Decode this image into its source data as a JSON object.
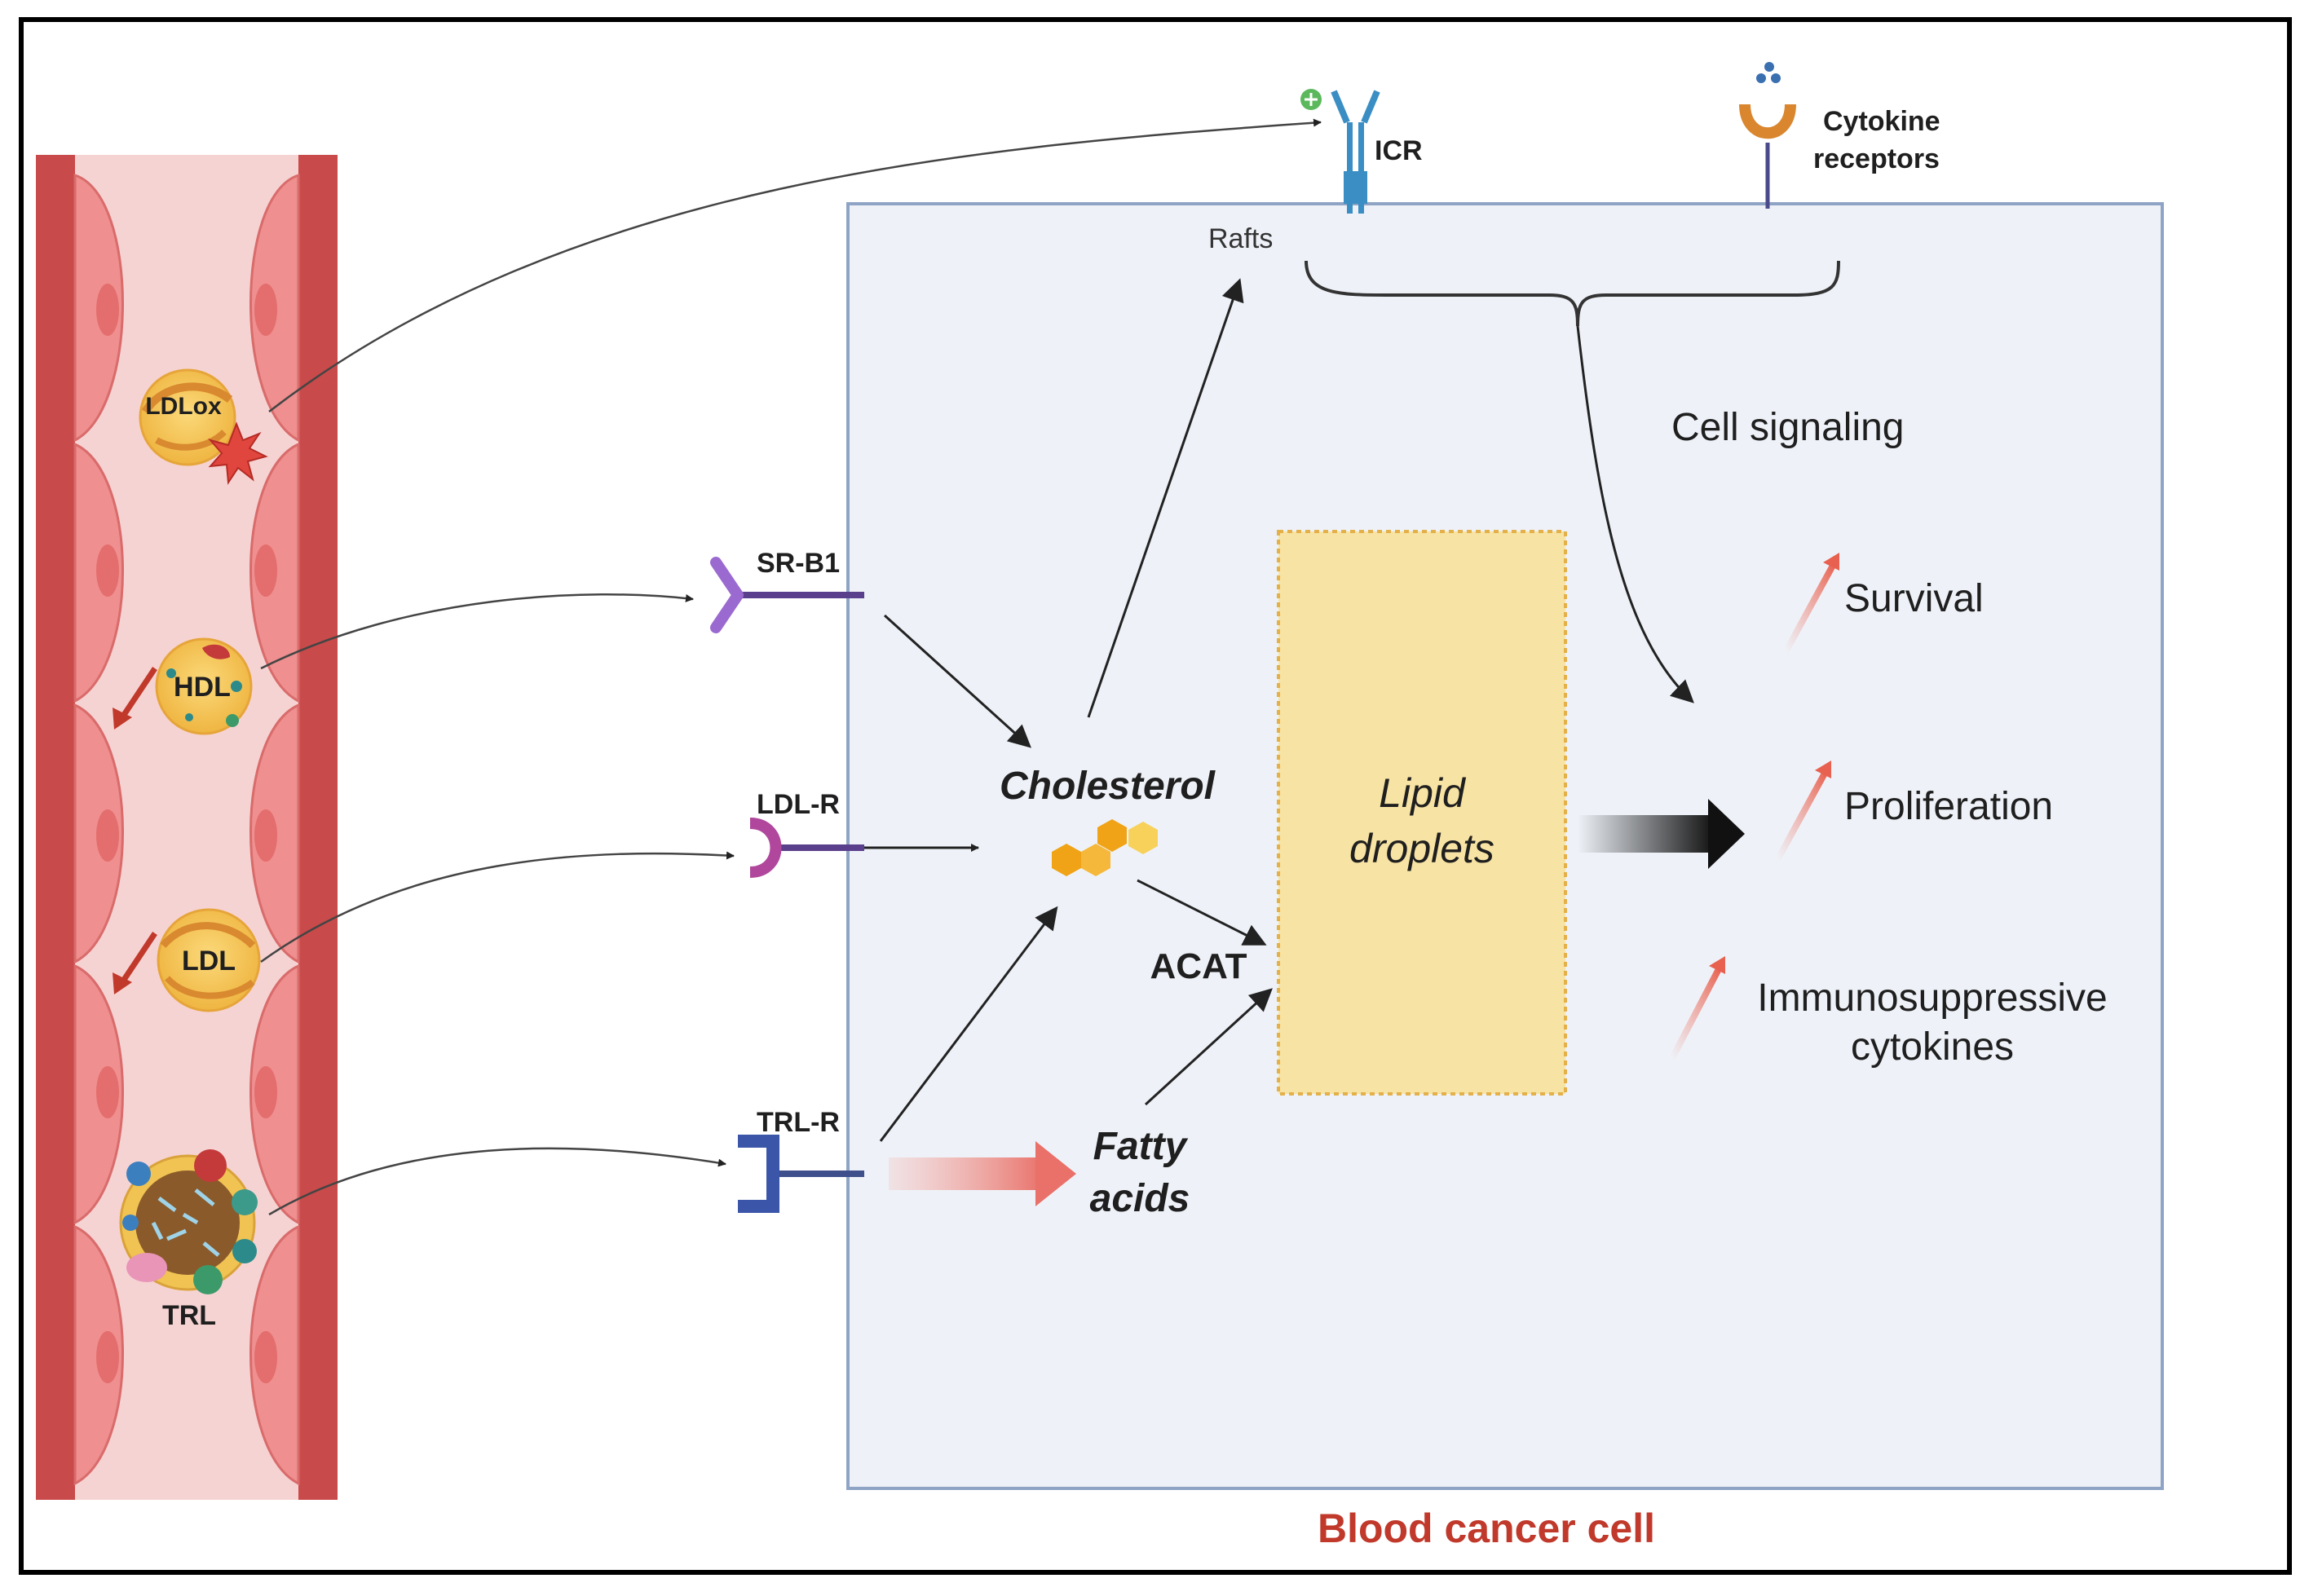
{
  "vessel": {
    "particles": {
      "ldlox": "LDLox",
      "hdl": "HDL",
      "ldl": "LDL",
      "trl": "TRL"
    }
  },
  "receptors": {
    "sr_b1": "SR-B1",
    "ldl_r": "LDL-R",
    "trl_r": "TRL-R",
    "icr": "ICR",
    "cytokine": "Cytokine receptors"
  },
  "cell": {
    "rafts": "Rafts",
    "cell_signaling": "Cell signaling",
    "cholesterol": "Cholesterol",
    "acat": "ACAT",
    "fatty_acids_line1": "Fatty",
    "fatty_acids_line2": "acids",
    "lipid_line1": "Lipid",
    "lipid_line2": "droplets",
    "caption": "Blood cancer cell"
  },
  "outcomes": {
    "survival": "Survival",
    "proliferation": "Proliferation",
    "immuno_line1": "Immunosuppressive",
    "immuno_line2": "cytokines"
  },
  "colors": {
    "vessel_wall": "#c94a4a",
    "vessel_lumen": "#f6d3d3",
    "endothelial": "#ef8f8f",
    "particle": "#f5c24e",
    "cell_fill": "#eef2f8",
    "cell_border": "#8fa4c4",
    "lipid_fill": "#f7e3a3",
    "lipid_border": "#e3b04a",
    "caption_red": "#c0392b",
    "outcome_arrow": "#f08a7e"
  }
}
